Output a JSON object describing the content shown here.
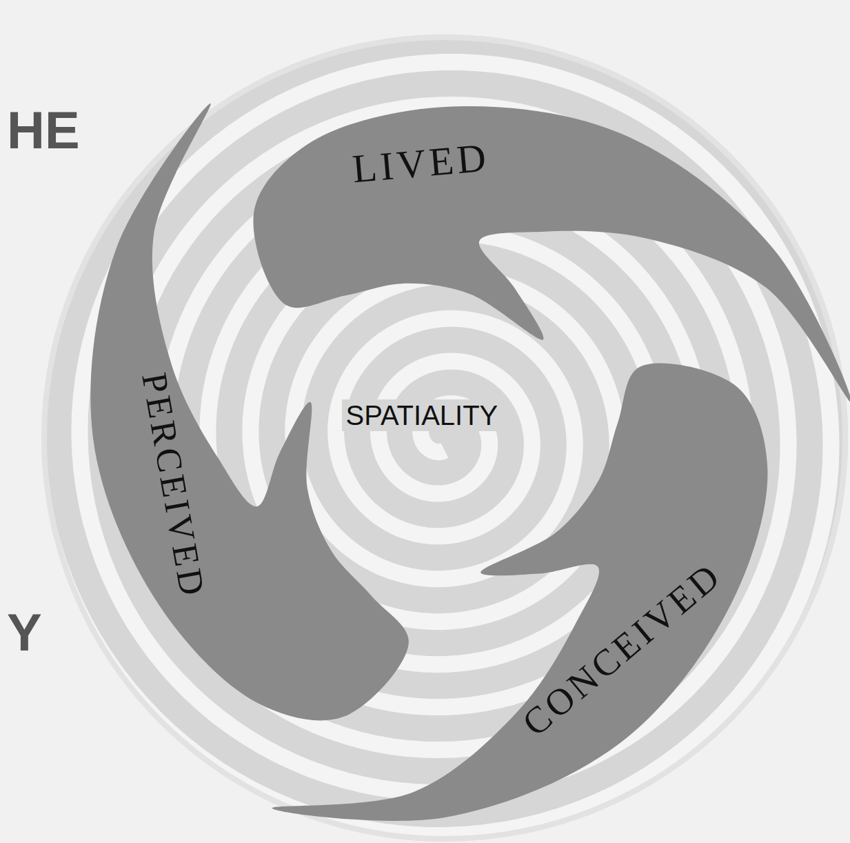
{
  "diagram": {
    "nodes": [
      {
        "text": [
          "LIVED"
        ]
      },
      {
        "text": [
          "PERCEIVED"
        ]
      },
      {
        "text": [
          "CONCEIVED"
        ]
      }
    ],
    "labels": [
      "HE",
      "SPATIALITY",
      "Y"
    ]
  }
}
